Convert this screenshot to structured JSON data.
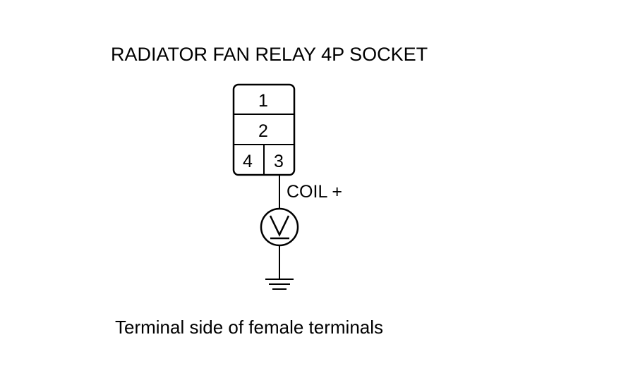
{
  "diagram": {
    "title": "RADIATOR FAN RELAY 4P SOCKET",
    "connector": {
      "terminals": [
        {
          "id": "1",
          "label": "1"
        },
        {
          "id": "2",
          "label": "2"
        },
        {
          "id": "4",
          "label": "4"
        },
        {
          "id": "3",
          "label": "3"
        }
      ]
    },
    "probe_label": "COIL +",
    "meter_icon": "voltmeter-icon",
    "ground_icon": "ground-icon",
    "caption": "Terminal side of female terminals"
  }
}
